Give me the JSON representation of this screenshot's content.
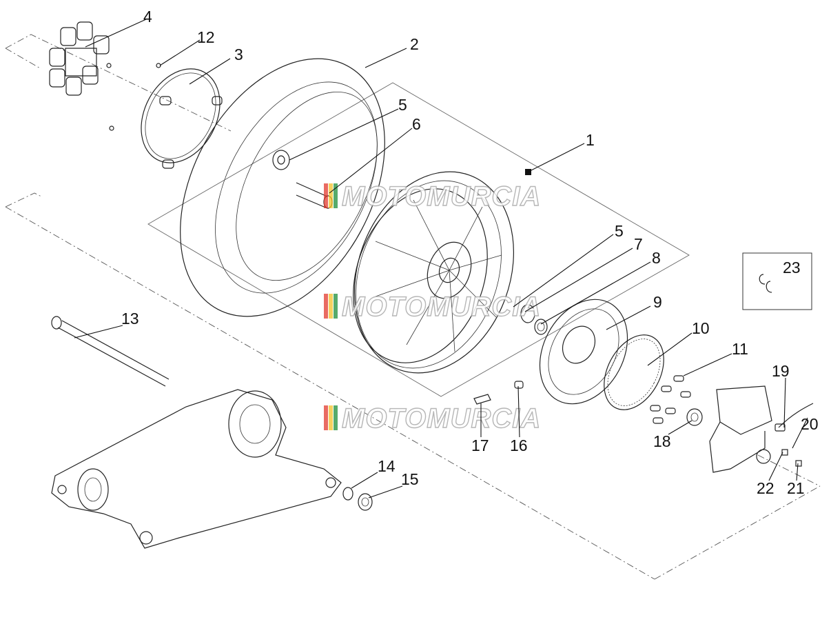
{
  "watermark": {
    "text": "MOTOMURCIA",
    "stripe_colors": [
      "#e23a2e",
      "#f3c22a",
      "#1f8f3a"
    ]
  },
  "inset_label": "23",
  "parts": [
    {
      "id": "p1",
      "label": "1"
    },
    {
      "id": "p2",
      "label": "2"
    },
    {
      "id": "p3",
      "label": "3"
    },
    {
      "id": "p4",
      "label": "4"
    },
    {
      "id": "p5a",
      "label": "5"
    },
    {
      "id": "p5b",
      "label": "5"
    },
    {
      "id": "p6",
      "label": "6"
    },
    {
      "id": "p7",
      "label": "7"
    },
    {
      "id": "p8",
      "label": "8"
    },
    {
      "id": "p9",
      "label": "9"
    },
    {
      "id": "p10",
      "label": "10"
    },
    {
      "id": "p11",
      "label": "11"
    },
    {
      "id": "p12",
      "label": "12"
    },
    {
      "id": "p13",
      "label": "13"
    },
    {
      "id": "p14",
      "label": "14"
    },
    {
      "id": "p15",
      "label": "15"
    },
    {
      "id": "p16",
      "label": "16"
    },
    {
      "id": "p17",
      "label": "17"
    },
    {
      "id": "p18",
      "label": "18"
    },
    {
      "id": "p19",
      "label": "19"
    },
    {
      "id": "p20",
      "label": "20"
    },
    {
      "id": "p21",
      "label": "21"
    },
    {
      "id": "p22",
      "label": "22"
    }
  ]
}
